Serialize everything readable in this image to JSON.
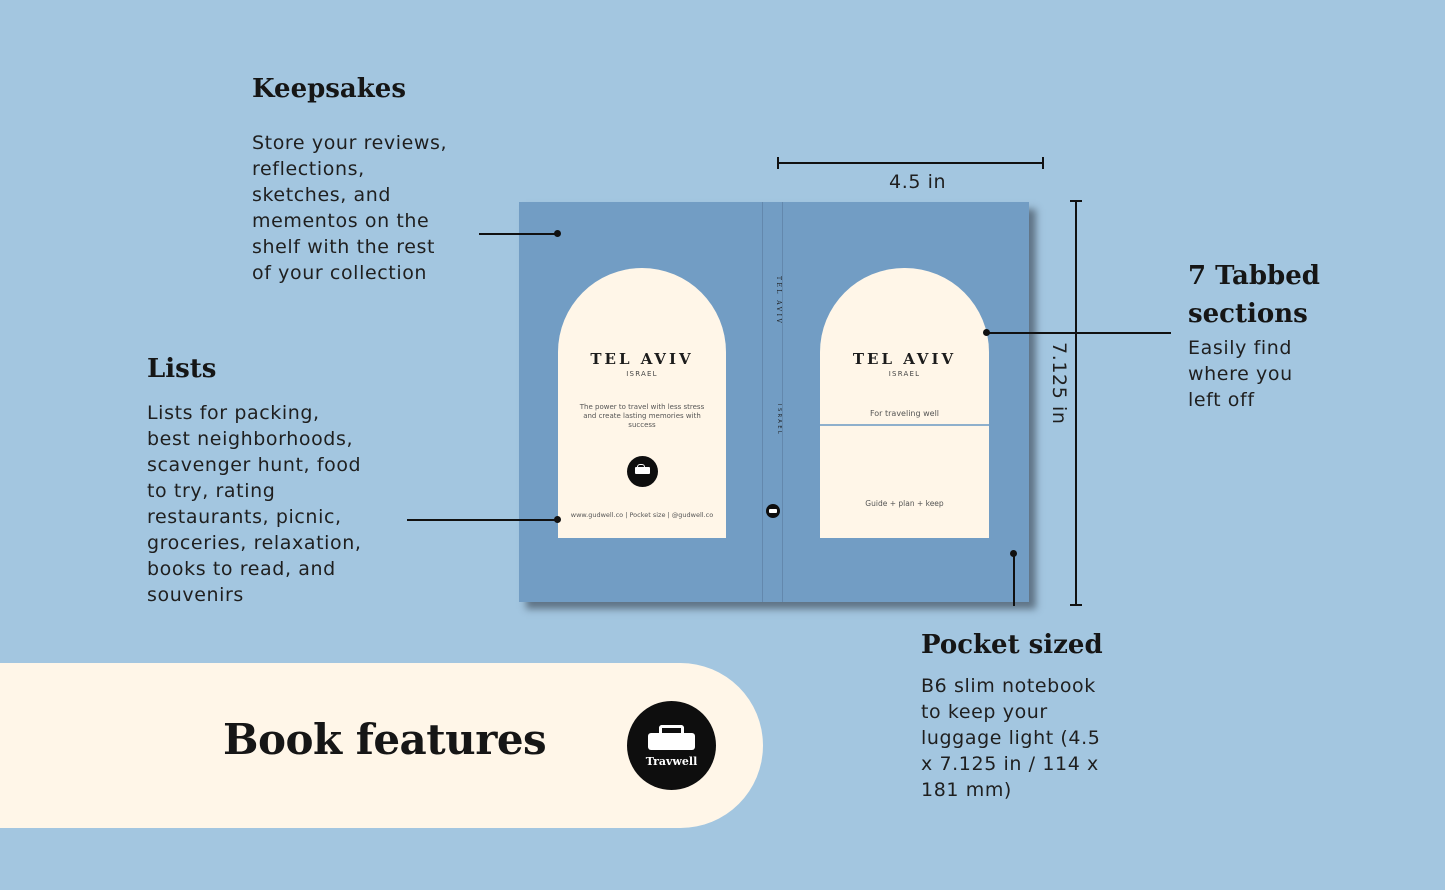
{
  "features": {
    "keepsakes": {
      "heading": "Keepsakes",
      "lines": [
        "Store your reviews,",
        "reflections,",
        "sketches, and",
        "mementos on the",
        "shelf with the rest",
        "of your collection"
      ]
    },
    "lists": {
      "heading": "Lists",
      "lines": [
        "Lists for packing,",
        "best neighborhoods,",
        "scavenger hunt, food",
        "to try, rating",
        "restaurants, picnic,",
        "groceries, relaxation,",
        "books to read, and",
        "souvenirs"
      ]
    },
    "tabbed": {
      "heading_lines": [
        "7 Tabbed",
        "sections"
      ],
      "lines": [
        "Easily find",
        "where you",
        "left off"
      ]
    },
    "pocket": {
      "heading": "Pocket sized",
      "lines": [
        "B6 slim notebook",
        "to keep your",
        "luggage light (4.5",
        "x 7.125 in / 114 x",
        "181 mm)"
      ]
    }
  },
  "dimensions": {
    "width_label": "4.5 in",
    "height_label": "7.125 in"
  },
  "book": {
    "back": {
      "title": "TEL AVIV",
      "subtitle": "ISRAEL",
      "tagline_lines": [
        "The power to travel with less stress",
        "and create lasting memories with",
        "success"
      ],
      "footer": "www.gudwell.co | Pocket size | @gudwell.co"
    },
    "spine": {
      "title": "TEL AVIV",
      "subtitle": "ISRAEL"
    },
    "front": {
      "title": "TEL AVIV",
      "subtitle": "ISRAEL",
      "tagline": "For traveling well",
      "footer": "Guide + plan + keep"
    },
    "colors": {
      "cover": "#729dc4",
      "arch": "#fff6e8"
    }
  },
  "banner": {
    "title": "Book features",
    "logo_text": "Travwell"
  },
  "colors": {
    "background": "#a3c6e0",
    "banner": "#fff6e8",
    "ink": "#161616"
  }
}
